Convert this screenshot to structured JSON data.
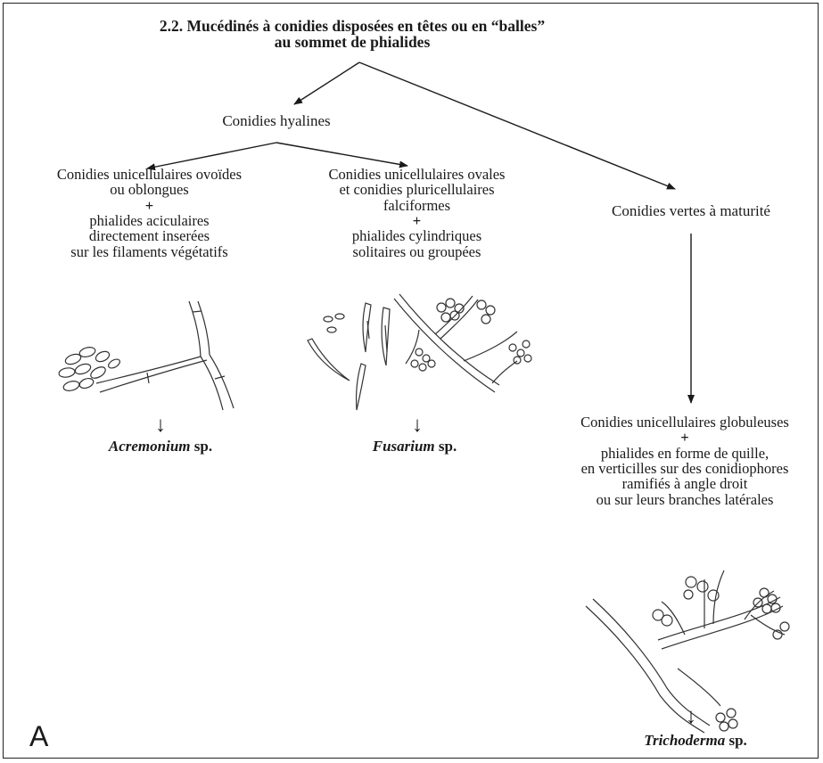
{
  "title": {
    "line1": "2.2. Mucédinés à conidies disposées en têtes ou en “balles”",
    "line2": "au sommet de phialides"
  },
  "hyalines": {
    "label": "Conidies hyalines"
  },
  "acremonium": {
    "lines": [
      "Conidies unicellulaires ovoïdes",
      "ou oblongues",
      "+",
      "phialides aciculaires",
      "directement inserées",
      "sur les filaments végétatifs"
    ],
    "arrow": "↓",
    "genus": "Acremonium",
    "suffix": " sp."
  },
  "fusarium": {
    "lines": [
      "Conidies unicellulaires ovales",
      "et conidies pluricellulaires",
      "falciformes",
      "+",
      "phialides cylindriques",
      "solitaires ou groupées"
    ],
    "arrow": "↓",
    "genus": "Fusarium",
    "suffix": " sp."
  },
  "green": {
    "label": "Conidies vertes à maturité"
  },
  "trichoderma": {
    "lines": [
      "Conidies unicellulaires globuleuses",
      "+",
      "phialides en forme de quille,",
      "en verticilles sur des conidiophores",
      "ramifiés à angle droit",
      "ou sur leurs branches latérales"
    ],
    "arrow": "↓",
    "genus": "Trichoderma",
    "suffix": " sp."
  },
  "panel_label": "A"
}
